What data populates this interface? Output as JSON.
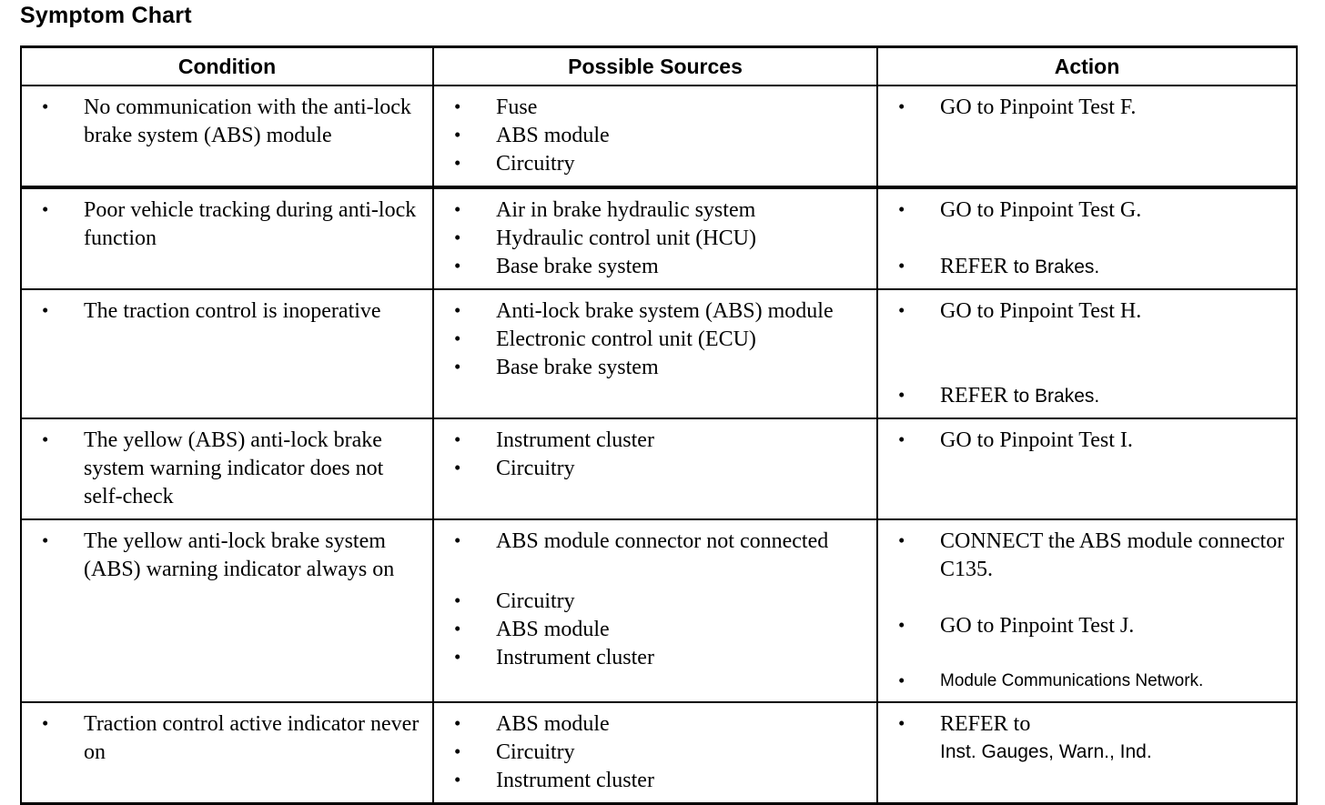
{
  "document": {
    "title": "Symptom Chart"
  },
  "table": {
    "headers": {
      "condition": "Condition",
      "sources": "Possible Sources",
      "action": "Action"
    },
    "rows": [
      {
        "condition": [
          "No communication with the anti-lock brake system (ABS) module"
        ],
        "sources": [
          "Fuse",
          "ABS module",
          "Circuitry"
        ],
        "actions": [
          {
            "text": "GO to Pinpoint Test F."
          }
        ]
      },
      {
        "condition": [
          "Poor vehicle tracking during anti-lock function"
        ],
        "sources": [
          "Air in brake hydraulic system",
          "Hydraulic control unit (HCU)",
          "Base brake system"
        ],
        "actions": [
          {
            "text": "GO to Pinpoint Test G."
          },
          {
            "text": "REFER",
            "sans_tail": "to Brakes."
          }
        ]
      },
      {
        "condition": [
          "The traction control is inoperative"
        ],
        "sources": [
          "Anti-lock brake system (ABS) module",
          "Electronic control unit (ECU)",
          "Base brake system"
        ],
        "actions": [
          {
            "text": "GO to Pinpoint Test H."
          },
          {
            "text": "REFER",
            "sans_tail": "to Brakes."
          }
        ]
      },
      {
        "condition": [
          "The yellow (ABS) anti-lock brake system warning indicator does not self-check"
        ],
        "sources": [
          "Instrument cluster",
          "Circuitry"
        ],
        "actions": [
          {
            "text": "GO to Pinpoint Test I."
          }
        ]
      },
      {
        "condition": [
          "The yellow anti-lock brake system (ABS) warning indicator always on"
        ],
        "sources": [
          "ABS module connector not connected",
          "Circuitry",
          "ABS module",
          "Instrument cluster"
        ],
        "actions": [
          {
            "text": "CONNECT the ABS module connector C135."
          },
          {
            "text": "GO to Pinpoint Test J."
          },
          {
            "text": "Module Communications Network."
          }
        ]
      },
      {
        "condition": [
          "Traction control active indicator never on"
        ],
        "sources": [
          "ABS module",
          "Circuitry",
          "Instrument cluster"
        ],
        "actions": [
          {
            "text": "REFER to",
            "sans_second_line": "Inst. Gauges, Warn., Ind."
          }
        ]
      }
    ]
  },
  "colors": {
    "background": "#ffffff",
    "text": "#000000",
    "border": "#000000"
  }
}
